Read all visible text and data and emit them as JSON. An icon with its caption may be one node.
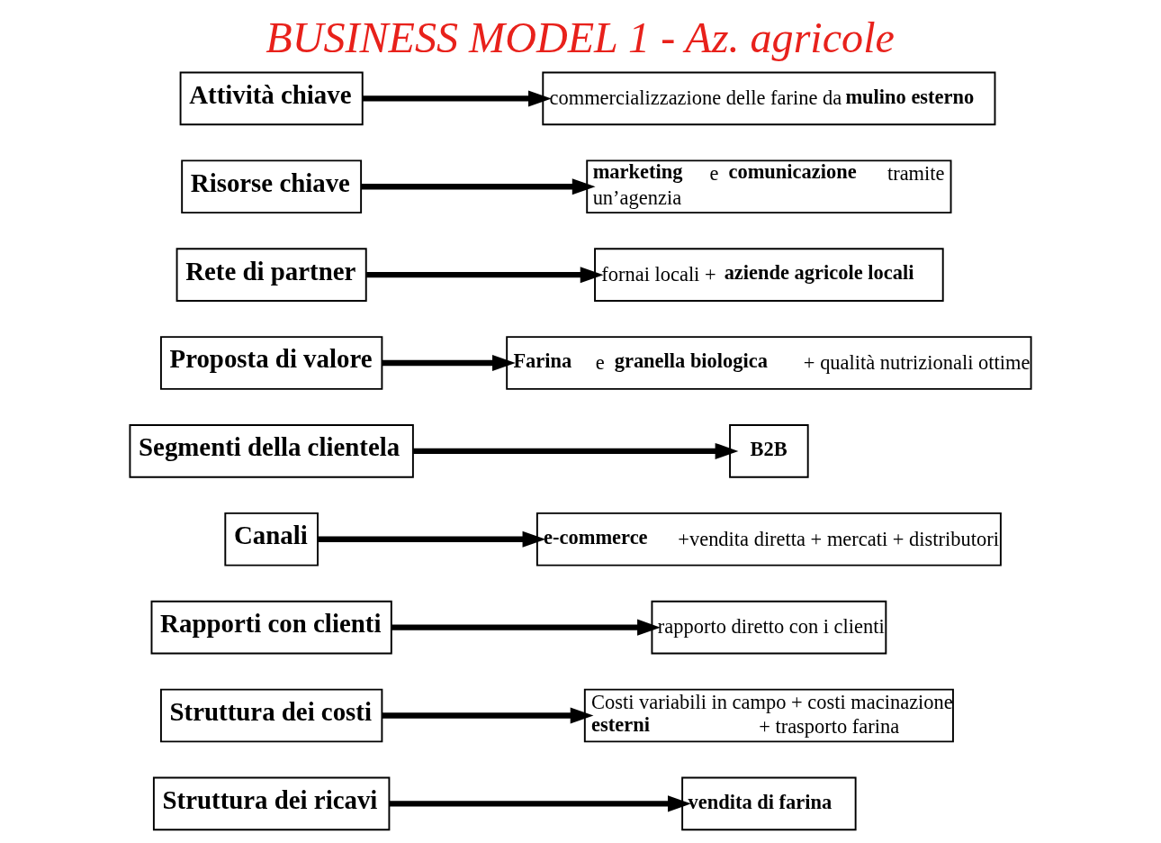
{
  "diagram": {
    "title": "BUSINESS MODEL 1 - Az. agricole",
    "nodes": [
      {
        "text": [
          "Attività chiave"
        ]
      },
      {
        "text": [
          "commercializzazione delle farine da **mulino esterno**"
        ]
      },
      {
        "text": [
          "Risorse chiave"
        ]
      },
      {
        "text": [
          "**marketing** e **comunicazione** tramite un’agenzia"
        ]
      },
      {
        "text": [
          "Rete di partner"
        ]
      },
      {
        "text": [
          "fornai locali + **aziende agricole locali**"
        ]
      },
      {
        "text": [
          "Proposta di valore"
        ]
      },
      {
        "text": [
          "**Farina** e **granella biologica** + qualità nutrizionali ottime"
        ]
      },
      {
        "text": [
          "Segmenti della clientela"
        ]
      },
      {
        "text": [
          "B2B"
        ]
      },
      {
        "text": [
          "Canali"
        ]
      },
      {
        "text": [
          "**e-commerce** +vendita diretta + mercati + distributori"
        ]
      },
      {
        "text": [
          "Rapporti con clienti"
        ]
      },
      {
        "text": [
          "rapporto diretto con i clienti"
        ]
      },
      {
        "text": [
          "Struttura dei costi"
        ]
      },
      {
        "text": [
          "Costi variabili in campo + costi macinazione **esterni**+ trasporto farina"
        ]
      },
      {
        "text": [
          "Struttura dei ricavi"
        ]
      },
      {
        "text": [
          "vendita di farina"
        ]
      }
    ],
    "edges": [
      {
        "from": 0,
        "to": 1,
        "arrow": "to"
      },
      {
        "from": 2,
        "to": 3,
        "arrow": "to"
      },
      {
        "from": 4,
        "to": 5,
        "arrow": "to"
      },
      {
        "from": 6,
        "to": 7,
        "arrow": "to"
      },
      {
        "from": 8,
        "to": 9,
        "arrow": "to"
      },
      {
        "from": 10,
        "to": 11,
        "arrow": "to"
      },
      {
        "from": 12,
        "to": 13,
        "arrow": "to"
      },
      {
        "from": 14,
        "to": 15,
        "arrow": "to"
      },
      {
        "from": 16,
        "to": 17,
        "arrow": "to"
      }
    ]
  }
}
